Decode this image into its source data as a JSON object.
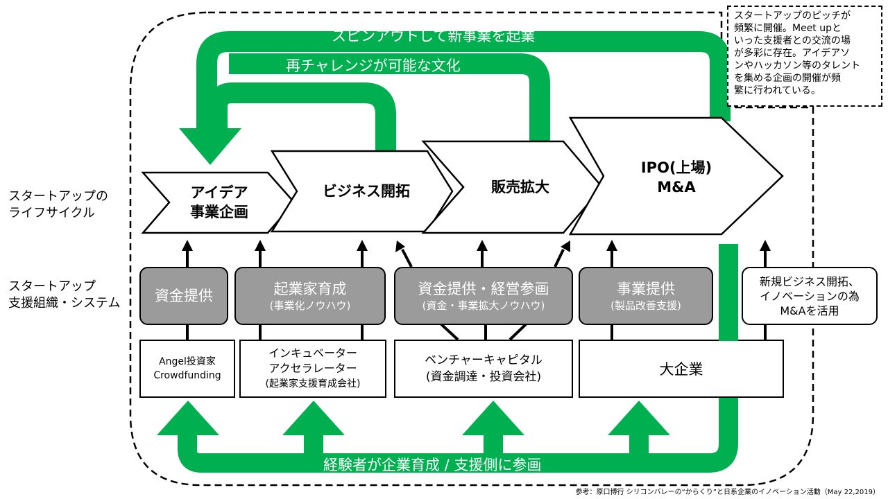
{
  "lifecycle_label": [
    "スタートアップの",
    "ライフサイクル"
  ],
  "support_label": [
    "スタートアップ",
    "支援組織・システム"
  ],
  "stages": [
    {
      "line1": "アイデア",
      "line2": "事業企画"
    },
    {
      "line1": "ビジネス開拓",
      "line2": ""
    },
    {
      "line1": "販売拡大",
      "line2": ""
    },
    {
      "line1": "IPO(上場)",
      "line2": "M&A"
    }
  ],
  "loops": {
    "spinout": "スピンアウトして新事業を起業",
    "rechallenge": "再チャレンジが可能な文化",
    "experienced": "経験者が企業育成 / 支援側に参画"
  },
  "support_boxes": [
    {
      "line1": "資金提供",
      "line2": ""
    },
    {
      "line1": "起業家育成",
      "line2": "(事業化ノウハウ)"
    },
    {
      "line1": "資金提供・経営参画",
      "line2": "(資金・事業拡大ノウハウ)"
    },
    {
      "line1": "事業提供",
      "line2": "(製品改善支援)"
    }
  ],
  "new_business_box": [
    "新規ビジネス開拓、",
    "イノベーションの為",
    "M&Aを活用"
  ],
  "organizations": [
    {
      "lines": [
        "Angel投資家",
        "Crowdfunding"
      ]
    },
    {
      "lines": [
        "インキュベーター",
        "アクセラレーター",
        "(起業家支援育成会社)"
      ]
    },
    {
      "lines": [
        "ベンチャーキャピタル",
        "(資金調達・投資会社)"
      ]
    },
    {
      "lines": [
        "大企業"
      ]
    }
  ],
  "note": [
    "スタートアップのピッチが",
    "頻繁に開催。Meet upと",
    "いった支援者との交流の場",
    "が多彩に存在。アイデアソ",
    "ンやハッカソン等のタレント",
    "を集める企画の開催が頻",
    "繁に行われている。"
  ],
  "footer": "参考：原口博行 シリコンバレーの“からくり”と日系企業のイノベーション活動（May 22,2019）",
  "colors": {
    "green": "#00b050",
    "grey": "#9b9b9b"
  }
}
